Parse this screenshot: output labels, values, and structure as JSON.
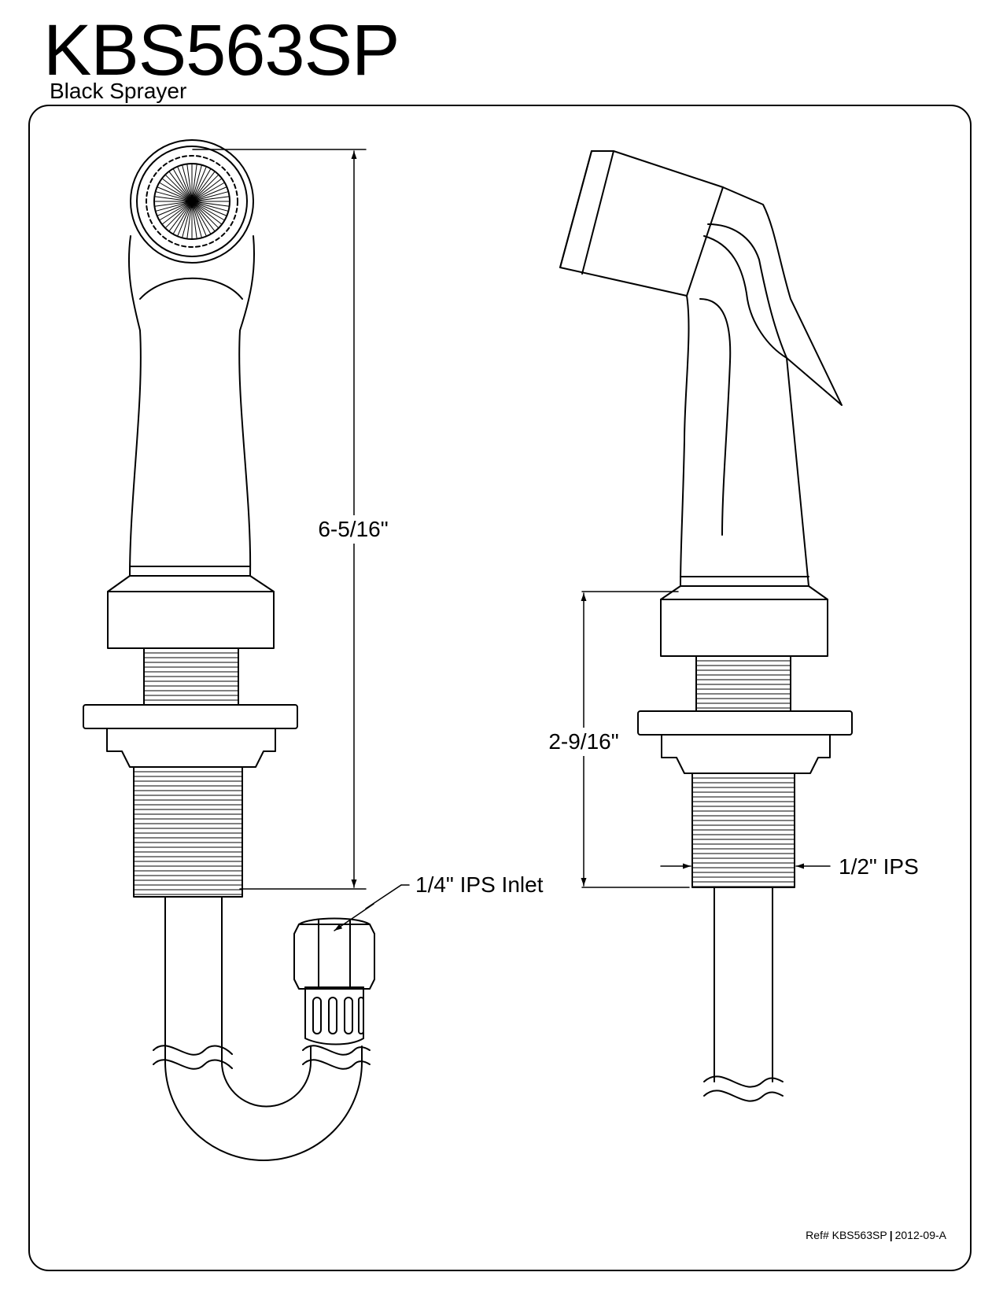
{
  "header": {
    "model": "KBS563SP",
    "description": "Black Sprayer"
  },
  "dimensions": {
    "overall_height": "6-5/16\"",
    "base_height": "2-9/16\"",
    "inlet": "1/4\" IPS Inlet",
    "thread": "1/2\" IPS"
  },
  "footer": {
    "ref_label": "Ref# KBS563SP",
    "separator": "|",
    "revision": "2012-09-A"
  }
}
